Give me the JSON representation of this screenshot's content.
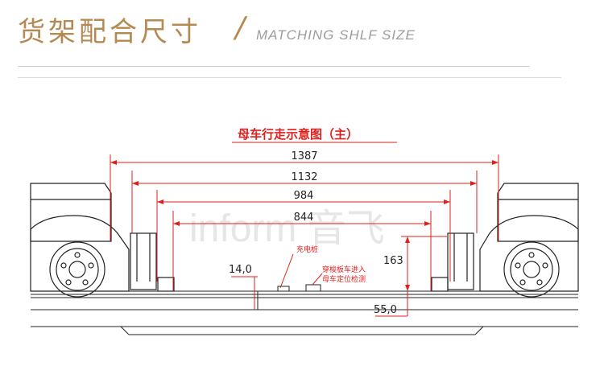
{
  "header": {
    "title_cn": "货架配合尺寸",
    "slash": "/",
    "title_en": "MATCHING SHLF SIZE"
  },
  "diagram": {
    "title": "母车行走示意图（主）",
    "watermark": "inform 音飞",
    "dimensions": {
      "d1387": "1387",
      "d1132": "1132",
      "d984": "984",
      "d844": "844",
      "d163": "163",
      "d14": "14,0",
      "d55": "55,0"
    },
    "labels": {
      "charging": "充电桩",
      "sensor_in": "穿梭板车进入",
      "sensor_pos": "母车定位检测"
    },
    "colors": {
      "accent": "#b48a52",
      "dimension": "#e0201c",
      "line": "#222222"
    }
  }
}
